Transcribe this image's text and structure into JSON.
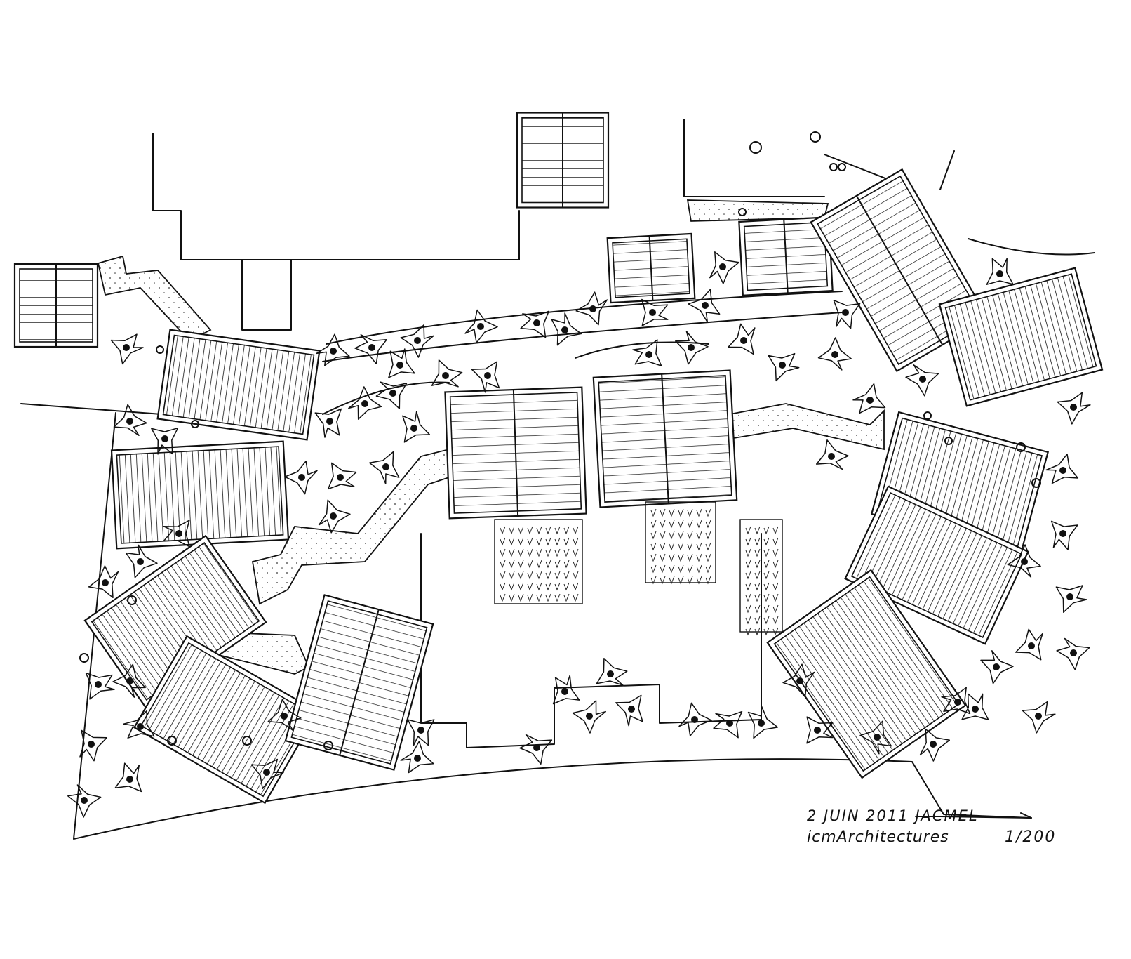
{
  "annotation": {
    "date": "2 JUIN 2011",
    "place": "JACMEL",
    "office": "icmArchitectures",
    "scale": "1/200"
  },
  "colors": {
    "ink": "#111111",
    "paper": "#ffffff"
  }
}
